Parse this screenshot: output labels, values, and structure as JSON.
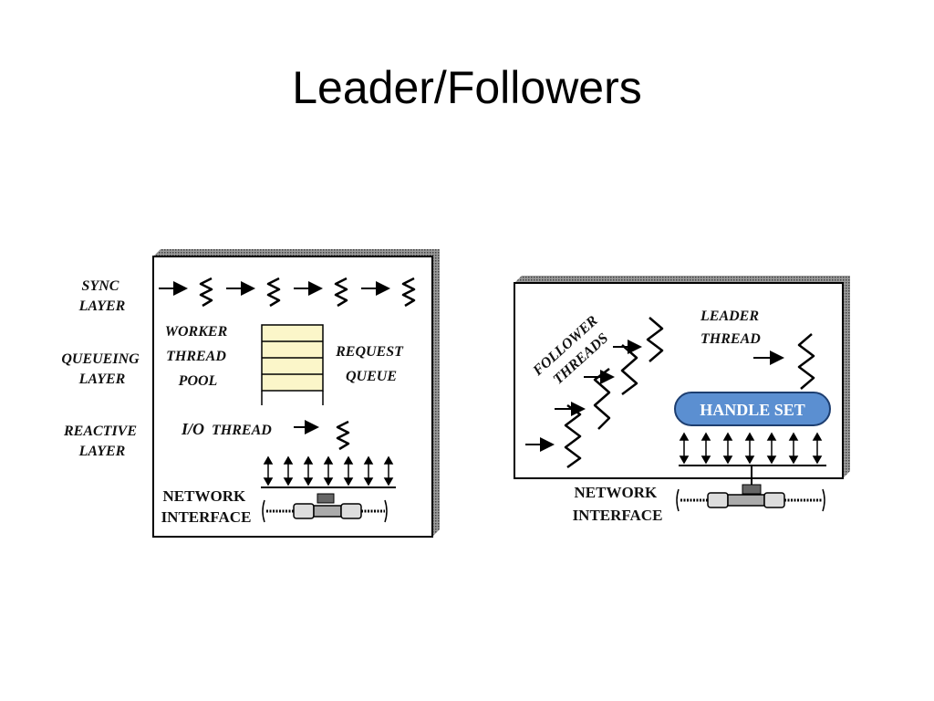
{
  "title": "Leader/Followers",
  "left_diagram": {
    "layers": {
      "sync": [
        "SYNC",
        "LAYER"
      ],
      "queueing": [
        "QUEUEING",
        "LAYER"
      ],
      "reactive": [
        "REACTIVE",
        "LAYER"
      ]
    },
    "worker_pool": [
      "WORKER",
      "THREAD",
      "POOL"
    ],
    "request_queue": [
      "REQUEST",
      "QUEUE"
    ],
    "io_thread": {
      "prefix": "I/O",
      "suffix": "THREAD"
    },
    "network_interface": [
      "NETWORK",
      "INTERFACE"
    ]
  },
  "right_diagram": {
    "follower_threads": [
      "FOLLOWER",
      "THREADS"
    ],
    "leader_thread": [
      "LEADER",
      "THREAD"
    ],
    "handle_set": "HANDLE SET",
    "network_interface": [
      "NETWORK",
      "INTERFACE"
    ]
  },
  "colors": {
    "queue_fill": "#fbf6c9",
    "handle_set_fill": "#5b8fd1",
    "shadow": "#8a8a8a"
  }
}
